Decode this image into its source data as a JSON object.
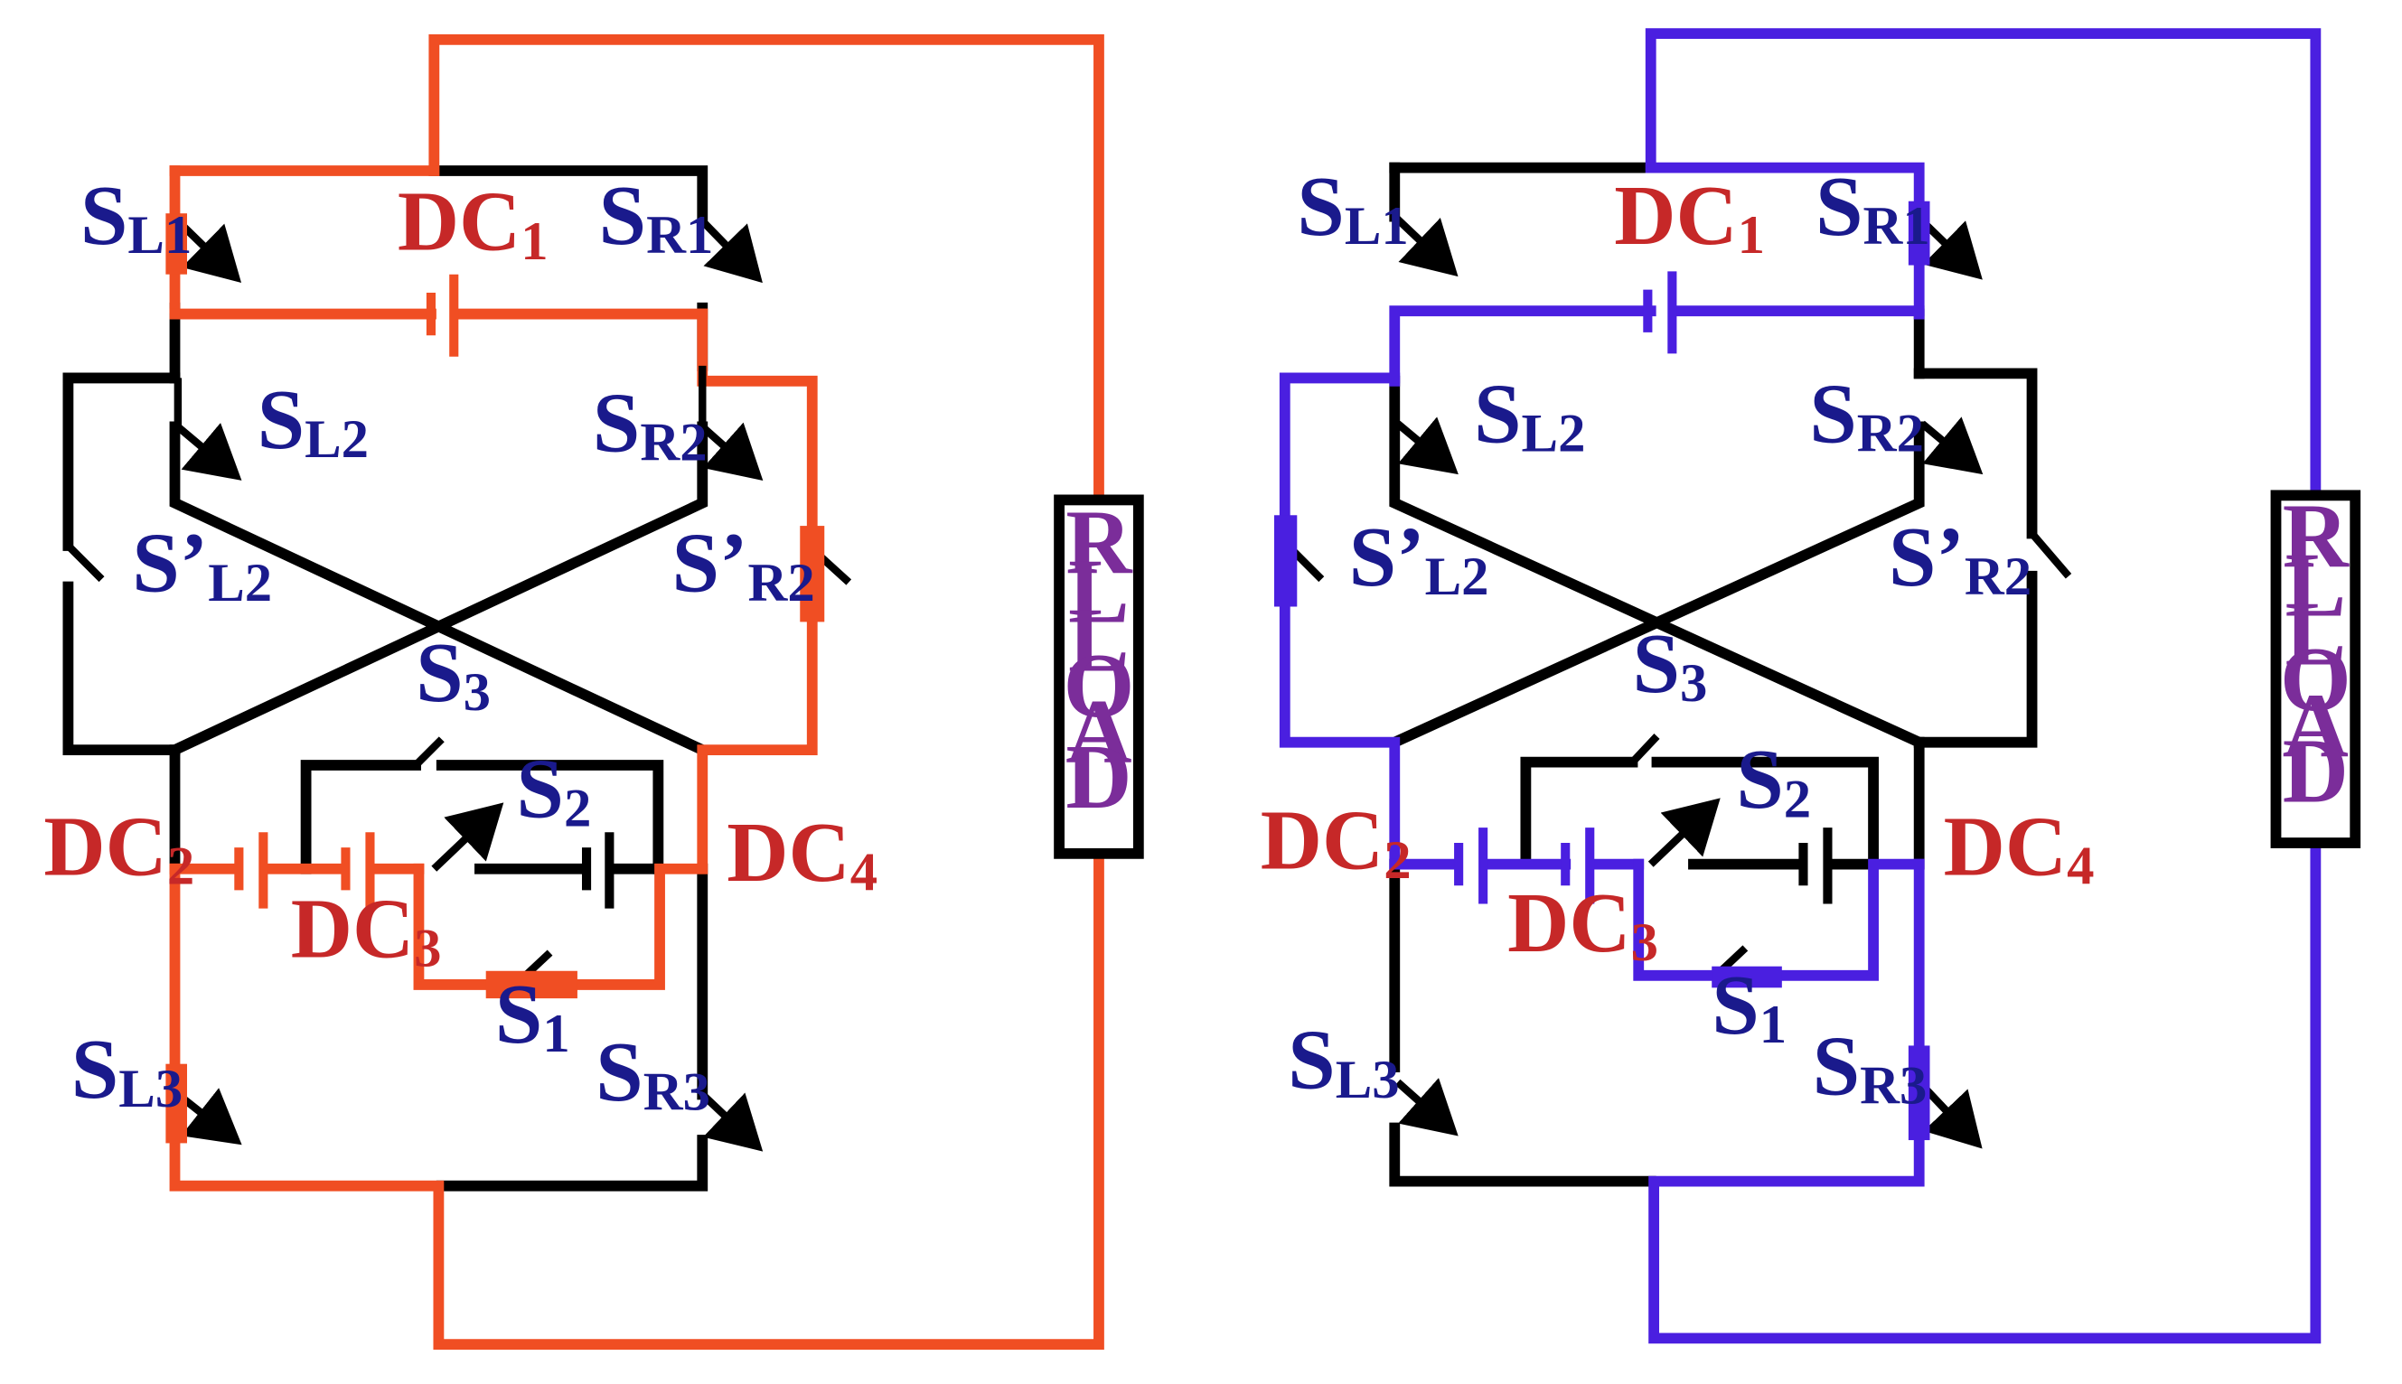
{
  "colors": {
    "wire": "#000000",
    "path_left": "#f04e23",
    "path_right": "#4a1fe0",
    "switch_label": "#1a1a8c",
    "source_label": "#c62828",
    "load_label": "#7b2d9a"
  },
  "labels": {
    "S": "S",
    "S_prime": "S’",
    "DC": "DC",
    "SL1": "L1",
    "SR1": "R1",
    "SL2": "L2",
    "SR2": "R2",
    "SpL2": "L2",
    "SpR2": "R2",
    "S3": "3",
    "S2": "2",
    "S1": "1",
    "SL3": "L3",
    "SR3": "R3",
    "DC1": "1",
    "DC2": "2",
    "DC3": "3",
    "DC4": "4",
    "load": [
      "R",
      "L",
      "",
      "L",
      "O",
      "A",
      "D"
    ]
  },
  "circuits": [
    {
      "name": "left-circuit",
      "path_color": "path_left"
    },
    {
      "name": "right-circuit",
      "path_color": "path_right"
    }
  ]
}
